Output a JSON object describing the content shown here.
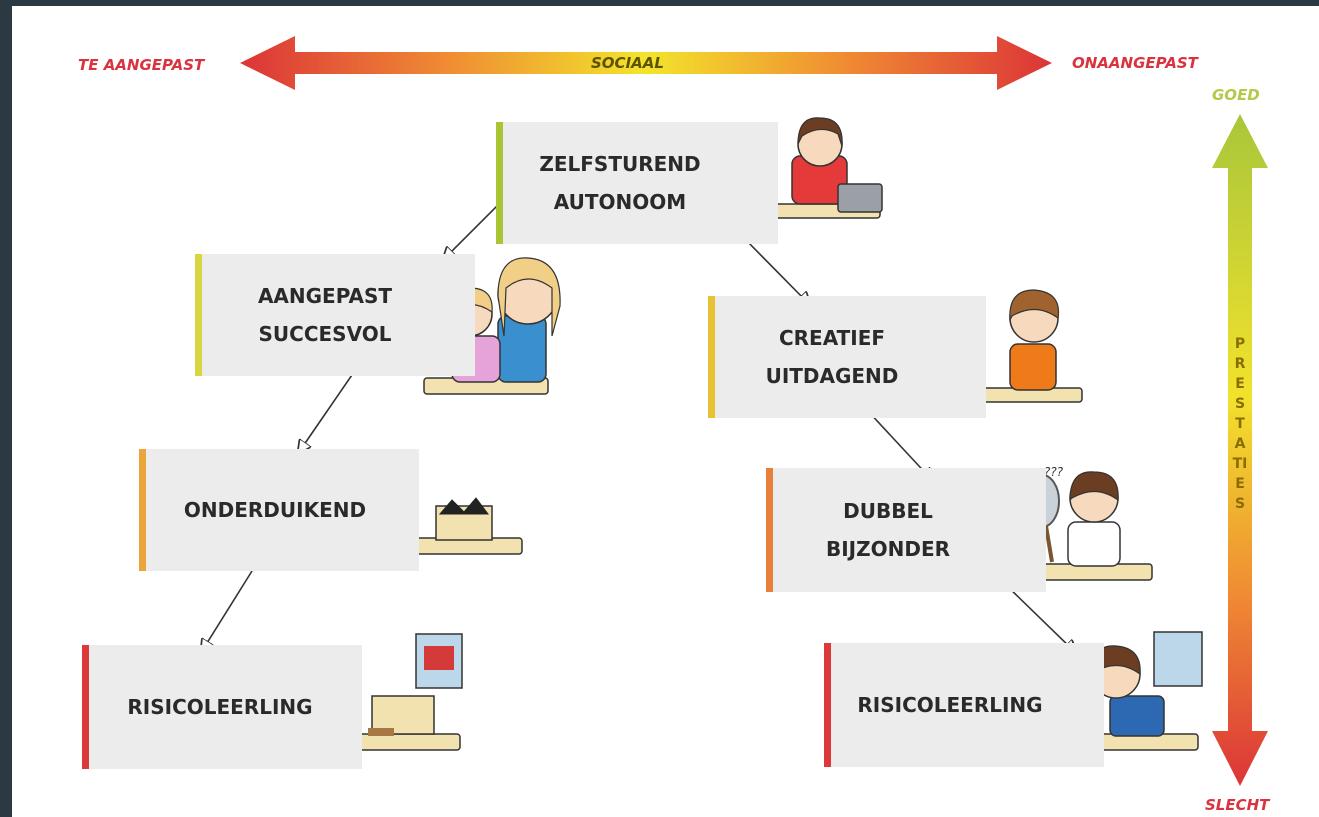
{
  "social_axis": {
    "label": "SOCIAAL",
    "left": "TE AANGEPAST",
    "right": "ONAANGEPAST"
  },
  "performance_axis": {
    "label": "PRESTATIES",
    "top": "GOED",
    "bottom": "SLECHT"
  },
  "nodes": [
    {
      "id": "zelfsturend",
      "label": "ZELFSTUREND\nAUTONOOM",
      "accent": "#a8c536",
      "figure": "student-laptop"
    },
    {
      "id": "aangepast",
      "label": "AANGEPAST\nSUCCESVOL",
      "accent": "#d8d640",
      "figure": "two-girls-reading"
    },
    {
      "id": "creatief",
      "label": "CREATIEF\nUITDAGEND",
      "accent": "#e9c234",
      "figure": "boy-slingshot"
    },
    {
      "id": "onderduikend",
      "label": "ONDERDUIKEND",
      "accent": "#eba53a",
      "figure": "hiding-student"
    },
    {
      "id": "dubbel",
      "label": "DUBBEL\nBIJZONDER",
      "accent": "#e8803c",
      "figure": "boy-mirror",
      "question_marks": "???"
    },
    {
      "id": "risico-left",
      "label": "RISICOLEERLING",
      "accent": "#dc3a3a",
      "figure": "empty-desk-monitor"
    },
    {
      "id": "risico-right",
      "label": "RISICOLEERLING",
      "accent": "#dc3a3a",
      "figure": "sad-boy-monitor"
    }
  ],
  "colors": {
    "arrow_red": "#dc3438",
    "arrow_yellow": "#f2e22c",
    "arrow_green": "#a9c63a",
    "box_bg": "#ececec",
    "connector": "#333333"
  }
}
